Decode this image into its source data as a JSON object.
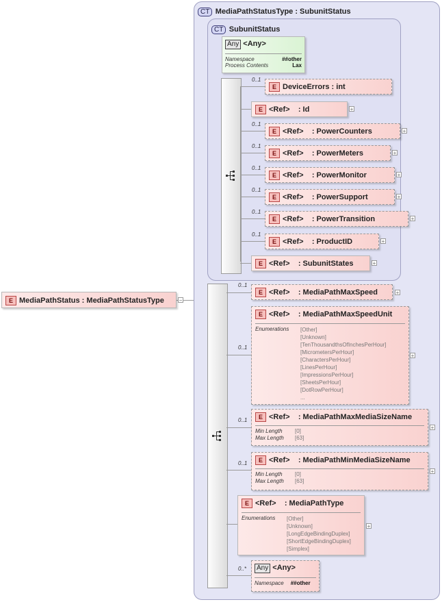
{
  "root": {
    "ref_prefix": "",
    "name": "MediaPathStatus : MediaPathStatusType",
    "badge": "E"
  },
  "complex_type": {
    "badge": "CT",
    "title": "MediaPathStatusType : SubunitStatus"
  },
  "subunit_status": {
    "badge": "CT",
    "title": "SubunitStatus"
  },
  "any_top": {
    "badge": "Any",
    "label": "<Any>",
    "props": [
      {
        "key": "Namespace",
        "value": "##other"
      },
      {
        "key": "Process Contents",
        "value": "Lax"
      }
    ]
  },
  "seq1_items": [
    {
      "occ": "0..1",
      "text": "DeviceErrors : int"
    },
    {
      "occ": "",
      "ref": "<Ref>",
      "text": ": Id"
    },
    {
      "occ": "0..1",
      "ref": "<Ref>",
      "text": ": PowerCounters"
    },
    {
      "occ": "0..1",
      "ref": "<Ref>",
      "text": ": PowerMeters"
    },
    {
      "occ": "0..1",
      "ref": "<Ref>",
      "text": ": PowerMonitor"
    },
    {
      "occ": "0..1",
      "ref": "<Ref>",
      "text": ": PowerSupport"
    },
    {
      "occ": "0..1",
      "ref": "<Ref>",
      "text": ": PowerTransition"
    },
    {
      "occ": "0..1",
      "ref": "<Ref>",
      "text": ": ProductID"
    },
    {
      "occ": "",
      "ref": "<Ref>",
      "text": ": SubunitStates"
    }
  ],
  "max_speed": {
    "occ": "0..1",
    "ref": "<Ref>",
    "text": ": MediaPathMaxSpeed"
  },
  "max_speed_unit": {
    "occ": "0..1",
    "ref": "<Ref>",
    "text": ": MediaPathMaxSpeedUnit",
    "enum_key": "Enumerations",
    "values": [
      "[Other]",
      "[Unknown]",
      "[TenThousandthsOfInchesPerHour]",
      "[MicrometersPerHour]",
      "[CharactersPerHour]",
      "[LinesPerHour]",
      "[ImpressionsPerHour]",
      "[SheetsPerHour]",
      "[DotRowPerHour]",
      "..."
    ]
  },
  "max_media": {
    "occ": "0..1",
    "ref": "<Ref>",
    "text": ": MediaPathMaxMediaSizeName",
    "props": [
      {
        "key": "Min Length",
        "value": "[0]"
      },
      {
        "key": "Max Length",
        "value": "[63]"
      }
    ]
  },
  "min_media": {
    "occ": "0..1",
    "ref": "<Ref>",
    "text": ": MediaPathMinMediaSizeName",
    "props": [
      {
        "key": "Min Length",
        "value": "[0]"
      },
      {
        "key": "Max Length",
        "value": "[63]"
      }
    ]
  },
  "path_type": {
    "ref": "<Ref>",
    "text": ": MediaPathType",
    "enum_key": "Enumerations",
    "values": [
      "[Other]",
      "[Unknown]",
      "[LongEdgeBindingDuplex]",
      "[ShortEdgeBindingDuplex]",
      "[Simplex]"
    ]
  },
  "any_bottom": {
    "occ": "0..*",
    "badge": "Any",
    "label": "<Any>",
    "props": [
      {
        "key": "Namespace",
        "value": "##other"
      }
    ]
  }
}
